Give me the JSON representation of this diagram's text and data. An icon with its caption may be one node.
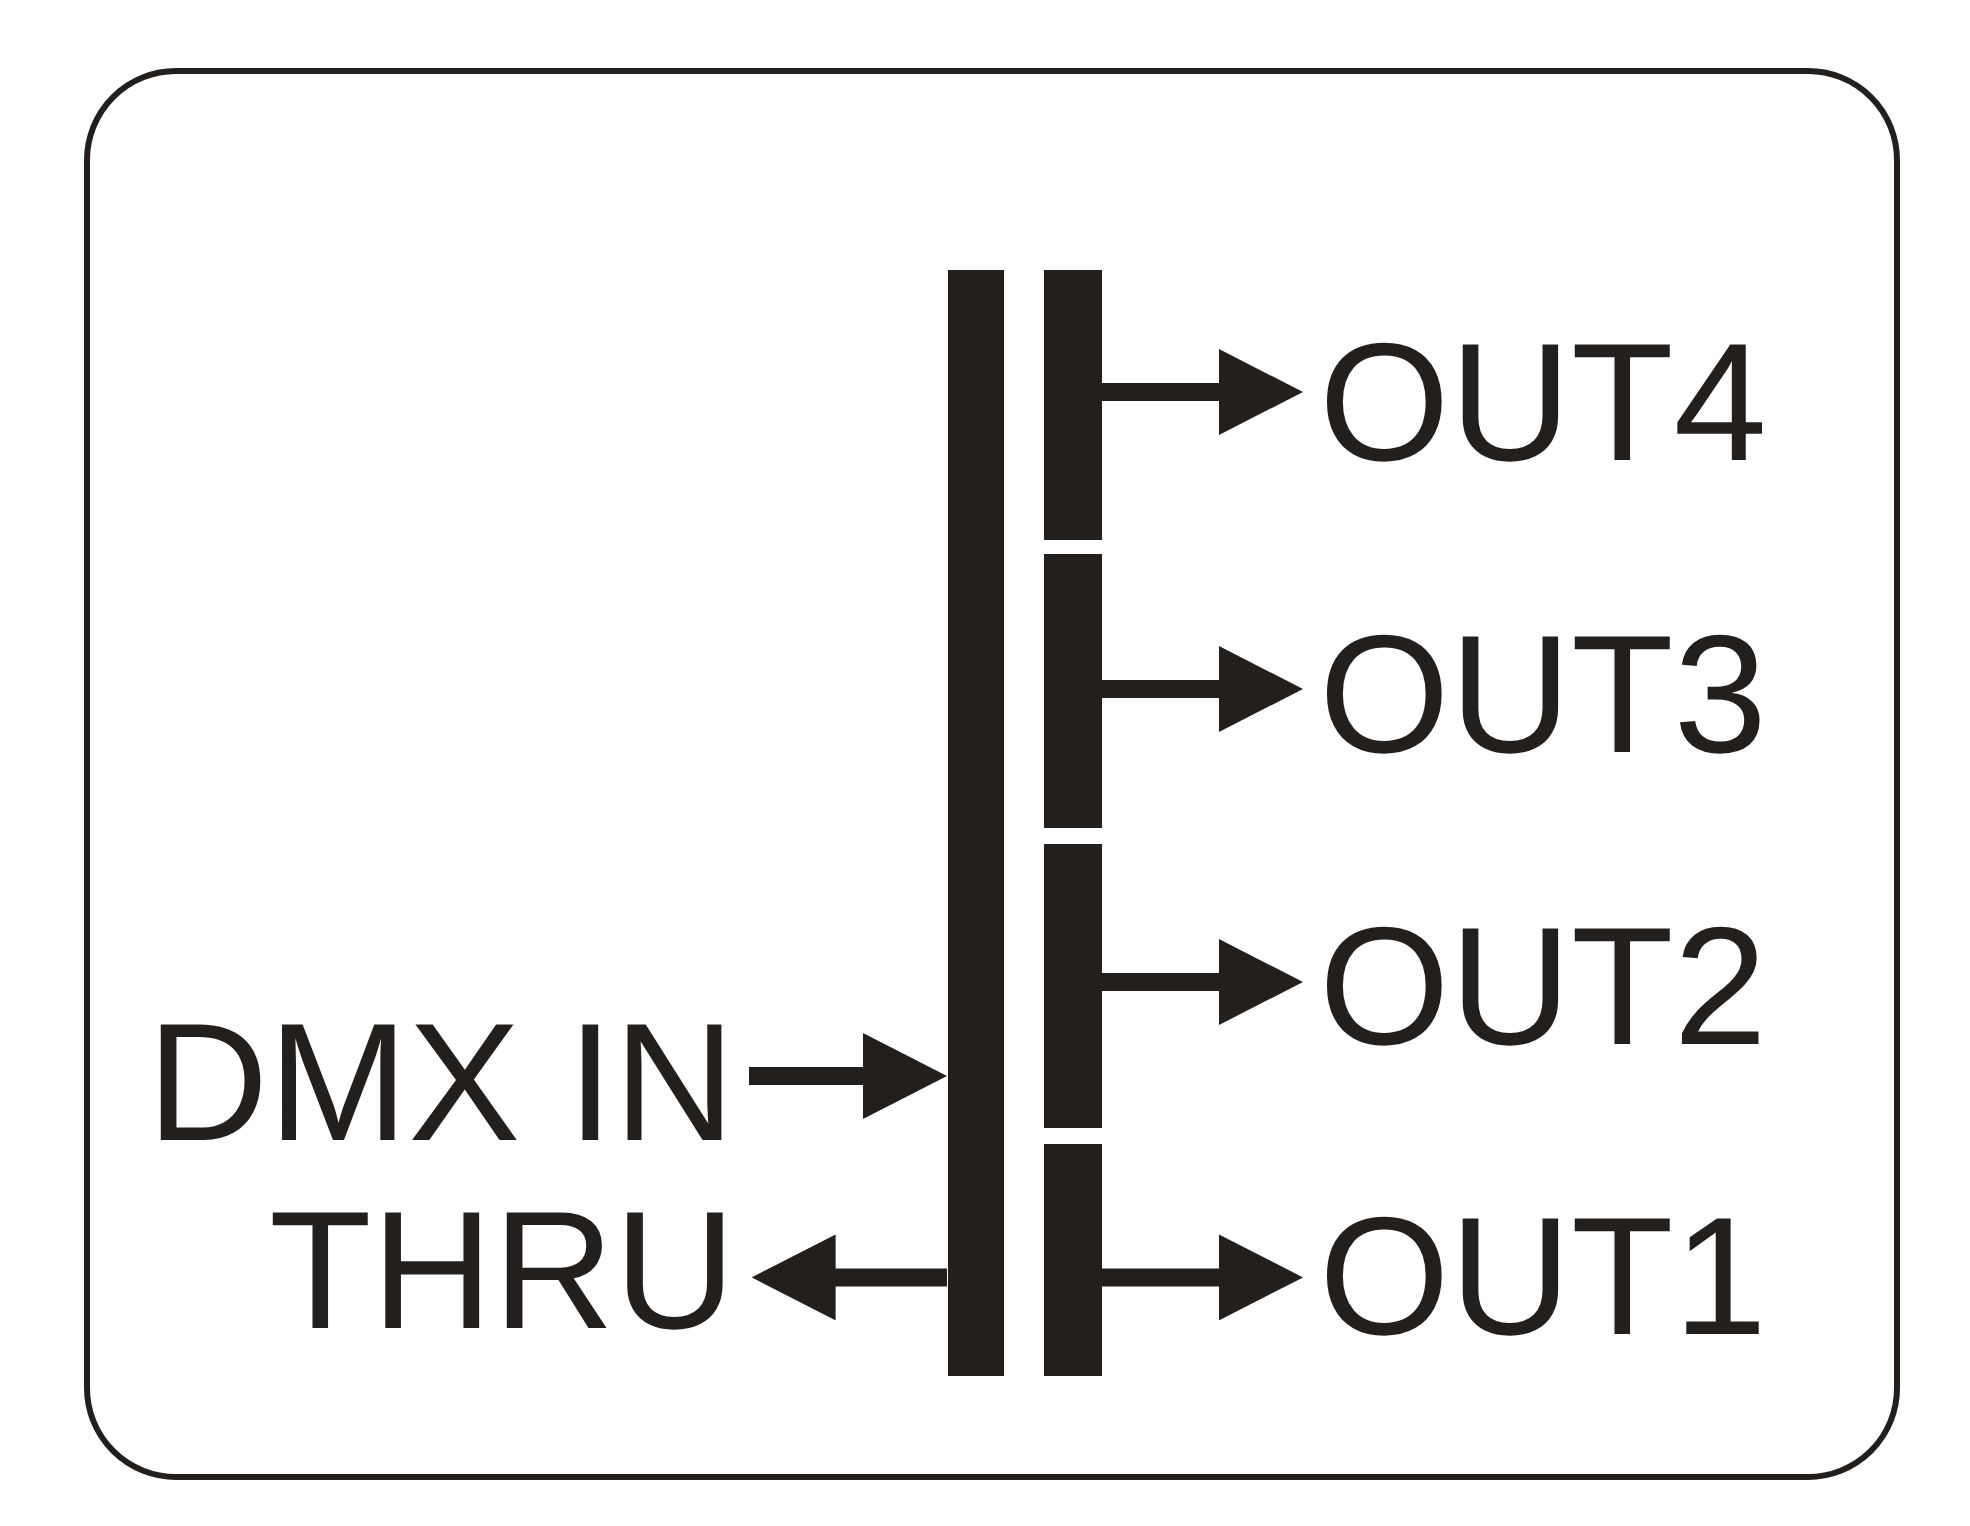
{
  "diagram": {
    "nodes": [
      {
        "text": [],
        "shape": "box"
      },
      {
        "text": [
          "DMX IN"
        ],
        "in": 0
      },
      {
        "text": [
          "THRU"
        ],
        "in": 0
      },
      {
        "text": [],
        "shape": "bar",
        "in": 0
      },
      {
        "text": [],
        "shape": "bar",
        "in": 0
      },
      {
        "text": [],
        "shape": "bar",
        "in": 0
      },
      {
        "text": [],
        "shape": "bar",
        "in": 0
      },
      {
        "text": [],
        "shape": "bar",
        "in": 0
      },
      {
        "text": [
          "OUT4"
        ],
        "in": 0
      },
      {
        "text": [
          "OUT3"
        ],
        "in": 0
      },
      {
        "text": [
          "OUT2"
        ],
        "in": 0
      },
      {
        "text": [
          "OUT1"
        ],
        "in": 0
      }
    ],
    "edges": [
      {
        "from": 1,
        "to": 3,
        "arrow": "to"
      },
      {
        "from": 3,
        "to": 2,
        "arrow": "to"
      },
      {
        "from": 4,
        "to": 8,
        "arrow": "to"
      },
      {
        "from": 5,
        "to": 9,
        "arrow": "to"
      },
      {
        "from": 6,
        "to": 10,
        "arrow": "to"
      },
      {
        "from": 7,
        "to": 11,
        "arrow": "to"
      }
    ]
  }
}
